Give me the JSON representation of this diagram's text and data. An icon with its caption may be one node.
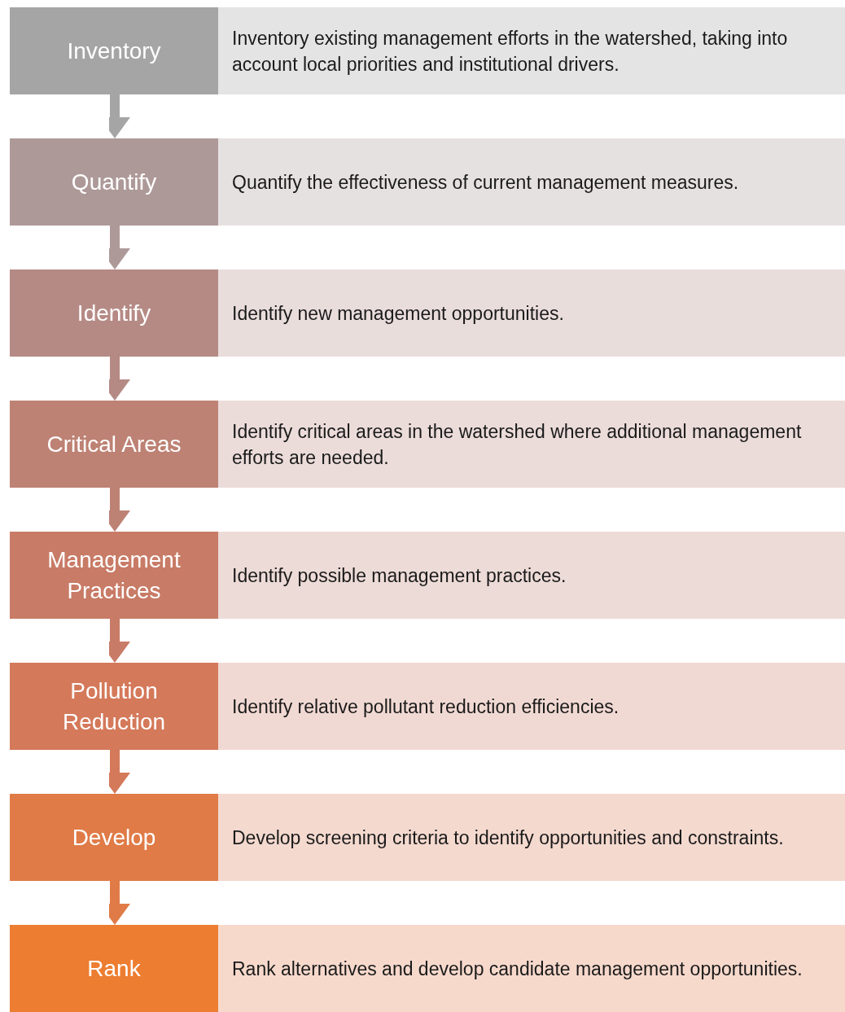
{
  "diagram": {
    "nodes": [
      {
        "text": [
          "Inventory"
        ]
      },
      {
        "text": [
          "Inventory existing management efforts in the watershed, taking into account local priorities and institutional drivers."
        ]
      },
      {
        "text": [
          "Quantify"
        ]
      },
      {
        "text": [
          "Quantify the effectiveness of current management measures."
        ]
      },
      {
        "text": [
          "Identify"
        ]
      },
      {
        "text": [
          "Identify new management opportunities."
        ]
      },
      {
        "text": [
          "Critical Areas"
        ]
      },
      {
        "text": [
          "Identify critical areas in the watershed where additional management efforts are needed."
        ]
      },
      {
        "text": [
          "Management Practices"
        ]
      },
      {
        "text": [
          "Identify possible management practices."
        ]
      },
      {
        "text": [
          "Pollution Reduction"
        ]
      },
      {
        "text": [
          "Identify relative pollutant reduction efficiencies."
        ]
      },
      {
        "text": [
          "Develop"
        ]
      },
      {
        "text": [
          "Develop screening criteria to identify opportunities and constraints."
        ]
      },
      {
        "text": [
          "Rank"
        ]
      },
      {
        "text": [
          "Rank alternatives and develop candidate management opportunities."
        ]
      }
    ],
    "edges": [
      {
        "from": 0,
        "to": 2,
        "arrow": "to",
        "color": "#a5a5a5"
      },
      {
        "from": 2,
        "to": 4,
        "arrow": "to",
        "color": "#ae9999"
      },
      {
        "from": 4,
        "to": 6,
        "arrow": "to",
        "color": "#b58a85"
      },
      {
        "from": 6,
        "to": 8,
        "arrow": "to",
        "color": "#bd8274"
      },
      {
        "from": 8,
        "to": 10,
        "arrow": "to",
        "color": "#c87b66"
      },
      {
        "from": 10,
        "to": 12,
        "arrow": "to",
        "color": "#d4795a"
      },
      {
        "from": 12,
        "to": 14,
        "arrow": "to",
        "color": "#e07b47"
      }
    ]
  }
}
